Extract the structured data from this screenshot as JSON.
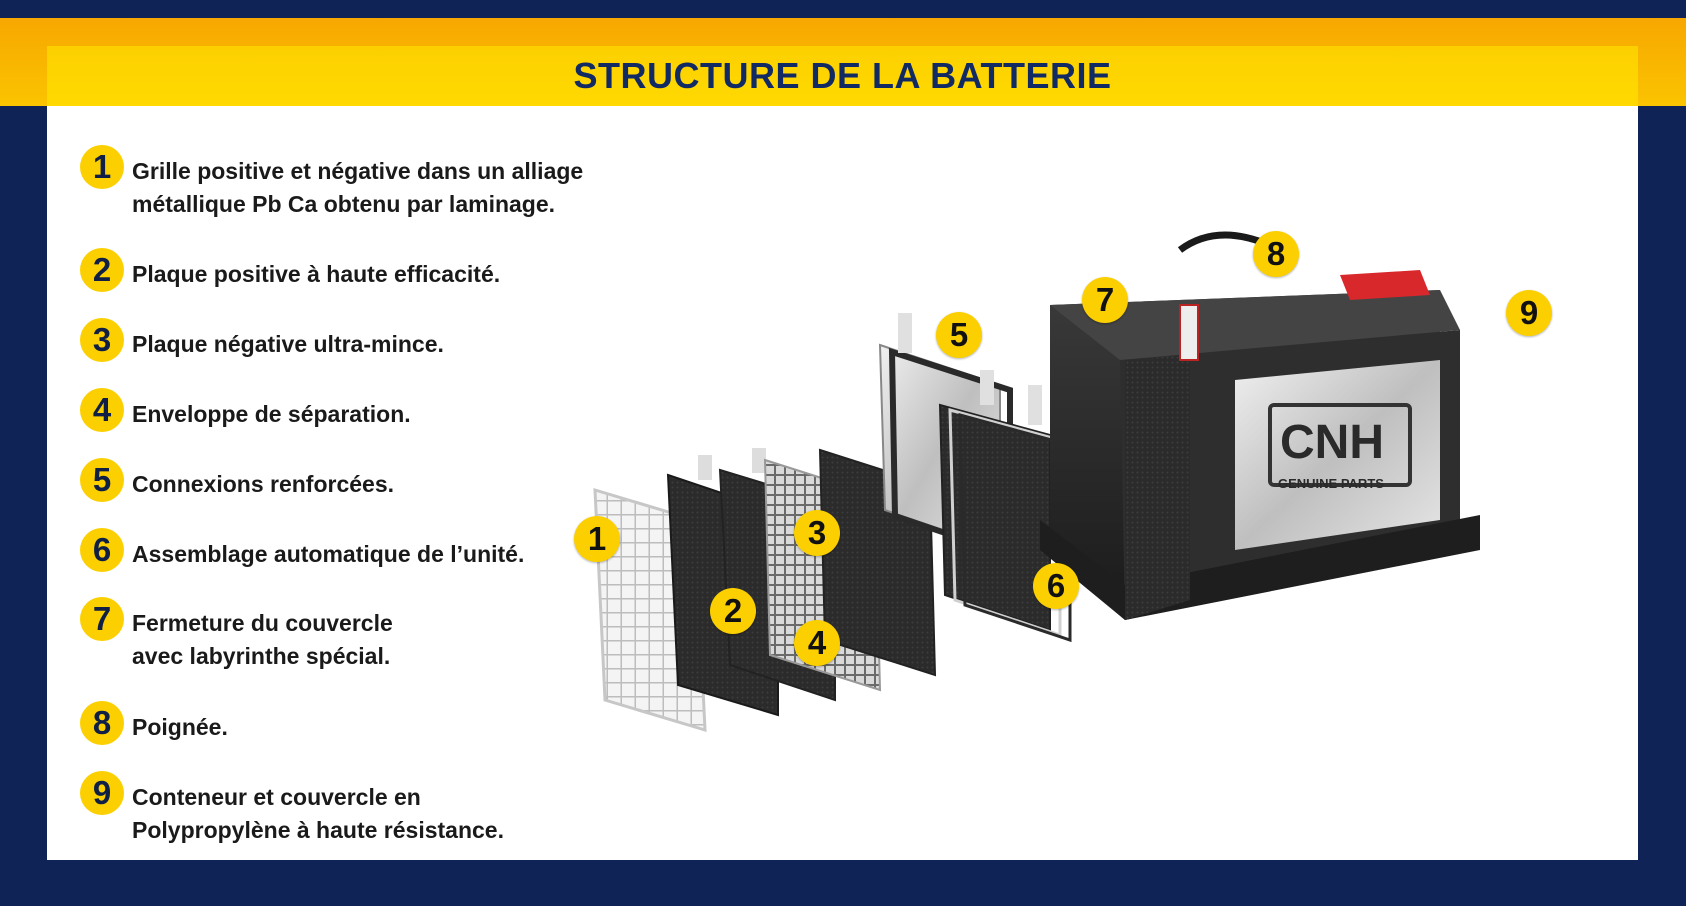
{
  "title": "STRUCTURE DE LA BATTERIE",
  "legend": [
    {
      "num": "1",
      "lines": [
        "Grille positive et négative dans un alliage",
        "métallique Pb Ca obtenu par laminage."
      ]
    },
    {
      "num": "2",
      "lines": [
        "Plaque positive à haute efficacité."
      ]
    },
    {
      "num": "3",
      "lines": [
        "Plaque négative ultra-mince."
      ]
    },
    {
      "num": "4",
      "lines": [
        "Enveloppe de séparation."
      ]
    },
    {
      "num": "5",
      "lines": [
        "Connexions renforcées."
      ]
    },
    {
      "num": "6",
      "lines": [
        "Assemblage automatique de l’unité."
      ]
    },
    {
      "num": "7",
      "lines": [
        "Fermeture du couvercle",
        "avec labyrinthe spécial."
      ]
    },
    {
      "num": "8",
      "lines": [
        "Poignée."
      ]
    },
    {
      "num": "9",
      "lines": [
        "Conteneur et couvercle en",
        "Polypropylène à haute résistance."
      ]
    }
  ],
  "battery_logo": {
    "brand": "CNH",
    "tagline": "GENUINE PARTS"
  },
  "markers": [
    "1",
    "2",
    "3",
    "4",
    "5",
    "6",
    "7",
    "8",
    "9"
  ],
  "colors": {
    "navy": "#0f2357",
    "yellow": "#fcd000",
    "title_text": "#112a63",
    "terminal_red": "#d8282c"
  }
}
